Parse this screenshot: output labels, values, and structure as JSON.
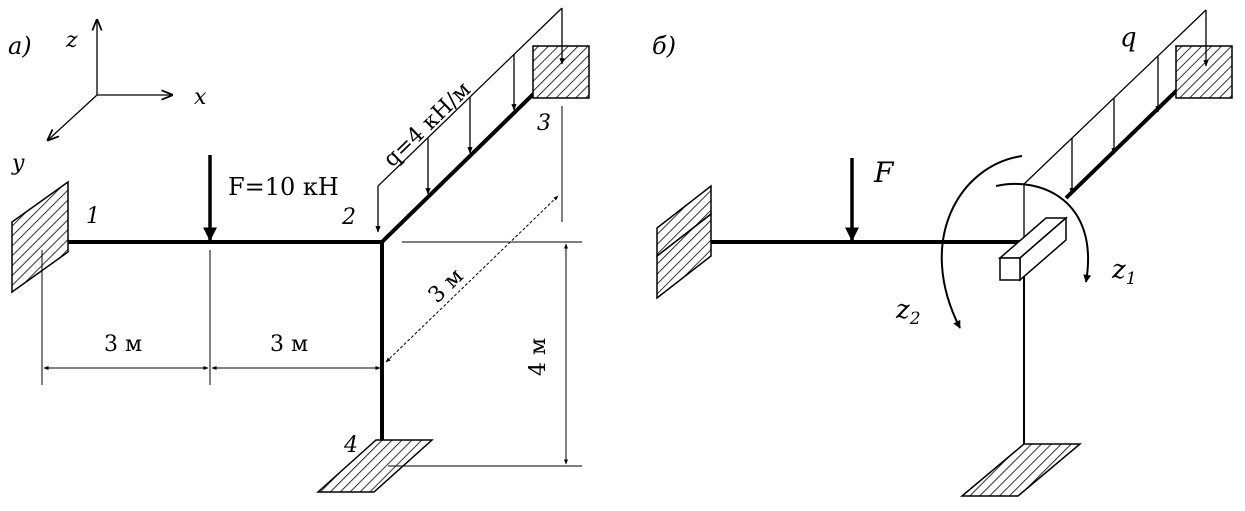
{
  "panel_a": {
    "label": "а)",
    "axes": {
      "z": "z",
      "x": "x",
      "y": "y"
    },
    "nodes": {
      "n1": "1",
      "n2": "2",
      "n3": "3",
      "n4": "4"
    },
    "force_label": "F=10 кН",
    "load_label": "q=4 кН/м",
    "dims": {
      "d1": "3 м",
      "d2": "3 м",
      "d_diag": "3 м",
      "d_vert": "4 м"
    }
  },
  "panel_b": {
    "label": "б)",
    "force_label": "F",
    "load_label": "q",
    "z1_main": "z",
    "z1_sub": "1",
    "z2_main": "z",
    "z2_sub": "2"
  },
  "colors": {
    "ink": "#000000",
    "paper": "#ffffff"
  }
}
